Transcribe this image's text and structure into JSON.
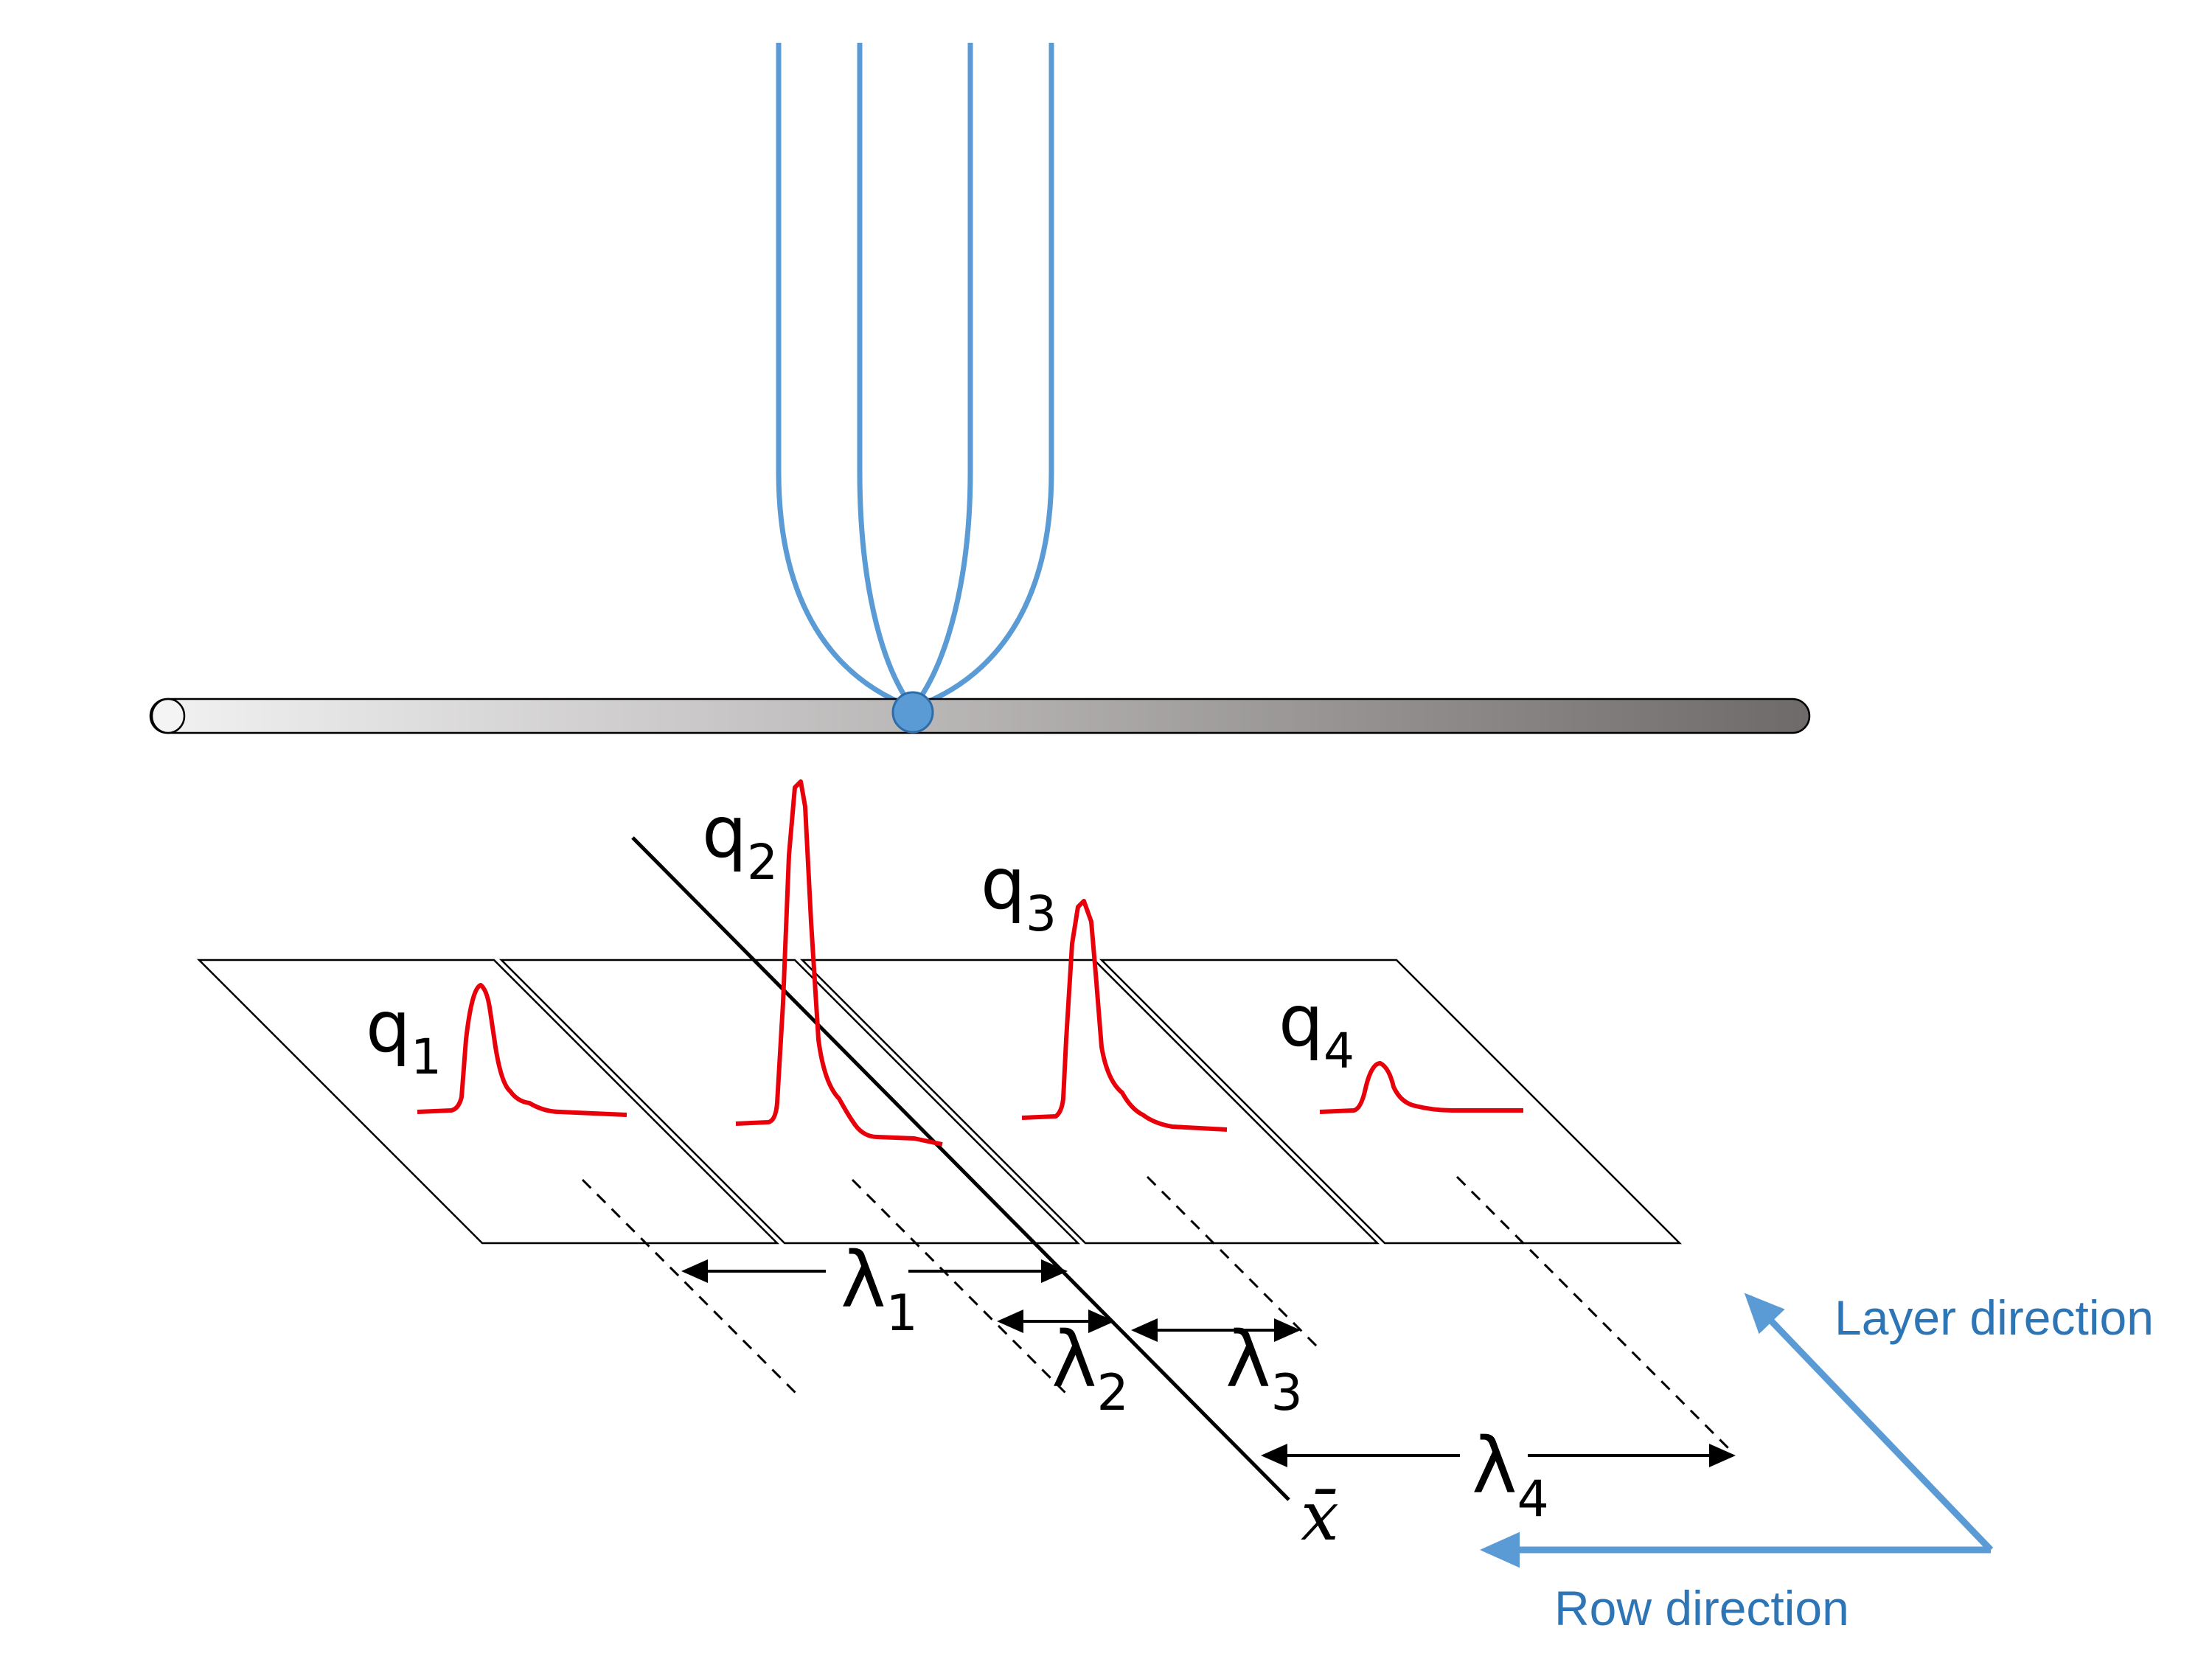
{
  "labels": {
    "q1": {
      "base": "q",
      "sub": "1"
    },
    "q2": {
      "base": "q",
      "sub": "2"
    },
    "q3": {
      "base": "q",
      "sub": "3"
    },
    "q4": {
      "base": "q",
      "sub": "4"
    },
    "lambda1": {
      "base": "λ",
      "sub": "1"
    },
    "lambda2": {
      "base": "λ",
      "sub": "2"
    },
    "lambda3": {
      "base": "λ",
      "sub": "3"
    },
    "lambda4": {
      "base": "λ",
      "sub": "4"
    },
    "xbar": "x̄",
    "layer_direction": "Layer direction",
    "row_direction": "Row direction"
  },
  "colors": {
    "heat_source": "#5b9bd5",
    "profile": "#e8000b",
    "direction_text": "#2e75b6",
    "direction_arrow": "#5b9bd5",
    "rod_start": "#f2f2f2",
    "rod_end": "#6e6a6a"
  }
}
